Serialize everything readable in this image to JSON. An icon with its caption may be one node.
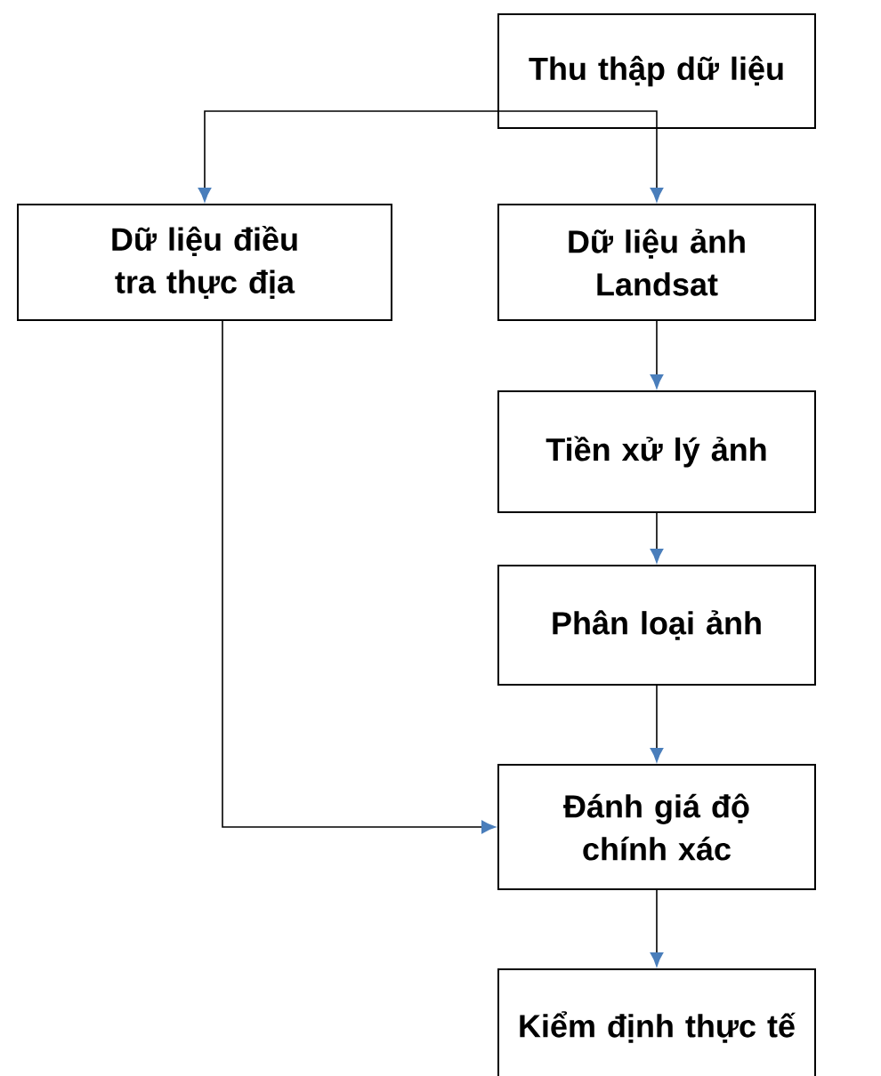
{
  "diagram": {
    "nodes": [
      {
        "text": [
          "Thu thập dữ liệu"
        ]
      },
      {
        "text": [
          "Dữ liệu điều tra thực địa"
        ]
      },
      {
        "text": [
          "Dữ liệu ảnh Landsat"
        ]
      },
      {
        "text": [
          "Tiền xử lý ảnh"
        ]
      },
      {
        "text": [
          "Phân loại ảnh"
        ]
      },
      {
        "text": [
          "Đánh giá độ chính xác"
        ]
      },
      {
        "text": [
          "Kiểm định thực tế"
        ]
      }
    ],
    "edges": [
      {
        "from": 0,
        "to": 1,
        "arrow": "to"
      },
      {
        "from": 0,
        "to": 2,
        "arrow": "to"
      },
      {
        "from": 2,
        "to": 3,
        "arrow": "to"
      },
      {
        "from": 3,
        "to": 4,
        "arrow": "to"
      },
      {
        "from": 4,
        "to": 5,
        "arrow": "to"
      },
      {
        "from": 1,
        "to": 5,
        "arrow": "to"
      },
      {
        "from": 5,
        "to": 6,
        "arrow": "to"
      }
    ]
  }
}
